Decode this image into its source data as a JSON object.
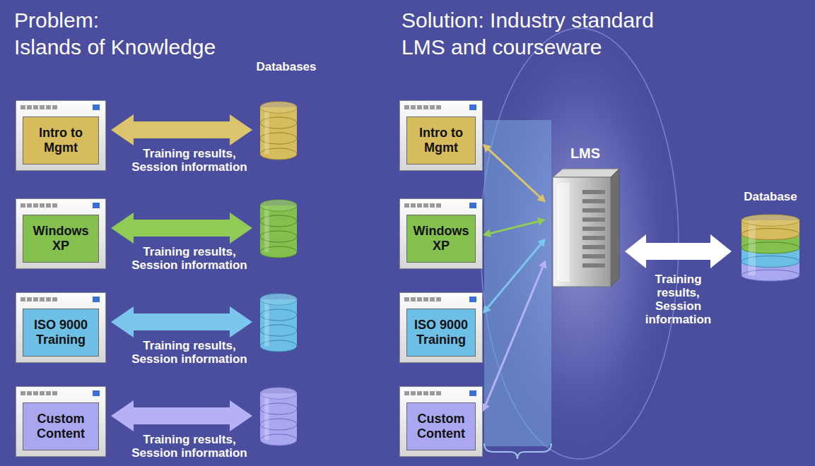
{
  "diagram": {
    "nodes": [
      {
        "text": [
          "Intro to Mgmt"
        ]
      },
      {
        "text": [
          "Windows XP"
        ]
      },
      {
        "text": [
          "ISO 9000 Training"
        ]
      },
      {
        "text": [
          "Custom Content"
        ]
      },
      {
        "text": [
          "Intro to Mgmt"
        ]
      },
      {
        "text": [
          "Windows XP"
        ]
      },
      {
        "text": [
          "ISO 9000 Training"
        ]
      },
      {
        "text": [
          "Custom Content"
        ]
      },
      {
        "text": [
          "LMS"
        ]
      },
      {
        "text": [
          "Database"
        ]
      }
    ],
    "edges": [
      {
        "from": 4,
        "to": 8,
        "arrow": "both"
      },
      {
        "from": 5,
        "to": 8,
        "arrow": "both"
      },
      {
        "from": 6,
        "to": 8,
        "arrow": "both"
      },
      {
        "from": 7,
        "to": 8,
        "arrow": "both"
      },
      {
        "from": 8,
        "to": 9,
        "label": "Training results, Session information",
        "arrow": "both"
      }
    ],
    "labels": [
      "Problem: Islands of Knowledge",
      "Databases",
      "Training results, Session information",
      "Training results, Session information",
      "Training results, Session information",
      "Training results, Session information",
      "Solution: Industry standard LMS and courseware"
    ]
  }
}
